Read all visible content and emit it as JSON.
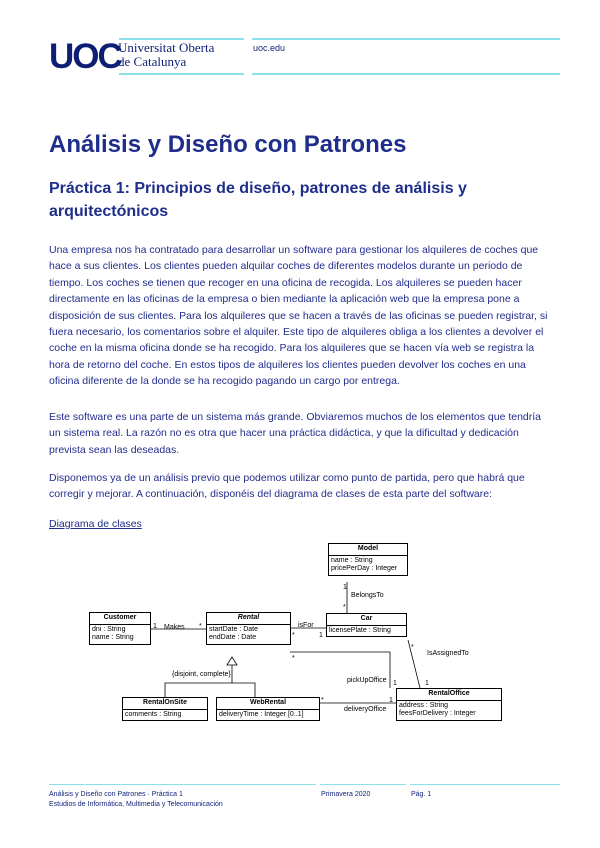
{
  "header": {
    "logo": "UOC",
    "institution_line1": "Universitat Oberta",
    "institution_line2": "de Catalunya",
    "website": "uoc.edu"
  },
  "colors": {
    "brand": "#0d1f74",
    "accent_line": "#8ce0ec",
    "text": "#232d8c"
  },
  "title": "Análisis y Diseño con Patrones",
  "subtitle": "Práctica 1: Principios de diseño, patrones de análisis y arquitectónicos",
  "paragraphs": [
    "Una empresa nos ha contratado para desarrollar un software para gestionar los alquileres de coches que hace a sus clientes. Los clientes pueden alquilar coches de diferentes modelos durante un periodo de tiempo. Los coches se tienen que recoger en una oficina de recogida. Los alquileres se pueden hacer directamente en las oficinas de la empresa o bien mediante la aplicación web que la empresa pone a disposición de sus clientes. Para los alquileres que se hacen a través de las oficinas se pueden registrar, si fuera necesario, los comentarios sobre el alquiler. Este tipo de alquileres obliga a los clientes a devolver el coche en la misma oficina donde se ha recogido. Para los alquileres que se hacen vía web se registra la hora de retorno del coche. En estos tipos de alquileres los clientes pueden devolver los coches en una oficina diferente de la donde se ha recogido pagando un cargo por entrega.",
    "Este software es una parte de un sistema más grande. Obviaremos muchos de los elementos que tendría un sistema real. La razón no es otra que hacer una práctica didáctica, y que la dificultad y dedicación prevista sean las deseadas.",
    "Disponemos ya de un análisis previo que podemos utilizar como punto de partida, pero que habrá que corregir y mejorar. A continuación, disponéis del diagrama de clases de esta parte del software:"
  ],
  "diagram_link": "Diagrama de clases",
  "uml": {
    "model": {
      "name": "Model",
      "attrs": [
        "name : String",
        "pricePerDay : Integer"
      ]
    },
    "car": {
      "name": "Car",
      "attrs": [
        "licensePlate : String"
      ]
    },
    "customer": {
      "name": "Customer",
      "attrs": [
        "dni : String",
        "name : String"
      ]
    },
    "rental": {
      "name": "Rental",
      "attrs": [
        "startDate : Date",
        "endDate : Date"
      ]
    },
    "rental_on_site": {
      "name": "RentalOnSite",
      "attrs": [
        "comments : String"
      ]
    },
    "web_rental": {
      "name": "WebRental",
      "attrs": [
        "deliveryTime : Integer [0..1]"
      ]
    },
    "rental_office": {
      "name": "RentalOffice",
      "attrs": [
        "address : String",
        "feesForDelivery : Integer"
      ]
    },
    "labels": {
      "belongs_to": "BelongsTo",
      "makes": "Makes",
      "is_for": "isFor",
      "is_assigned_to": "IsAssignedTo",
      "pickup_office": "pickUpOffice",
      "delivery_office": "deliveryOffice",
      "constraint": "{disjoint, complete}",
      "m_star": "*",
      "m_one": "1"
    }
  },
  "footer": {
    "line1": "Análisis y Diseño con Patrones · Práctica 1",
    "line2": "Estudios de Informática, Multimedia y Telecomunicación",
    "semester": "Primavera 2020",
    "page": "Pág. 1"
  }
}
